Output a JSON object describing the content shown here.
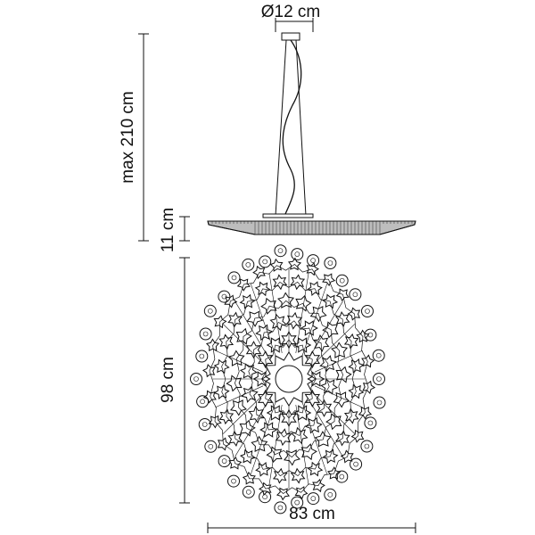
{
  "dimensions": {
    "canopy_diameter": "Ø12 cm",
    "max_height": "max 210 cm",
    "shade_height": "11 cm",
    "panel_height": "98 cm",
    "panel_width": "83 cm"
  },
  "colors": {
    "line": "#111111",
    "shade": "#777777",
    "background": "#ffffff"
  }
}
